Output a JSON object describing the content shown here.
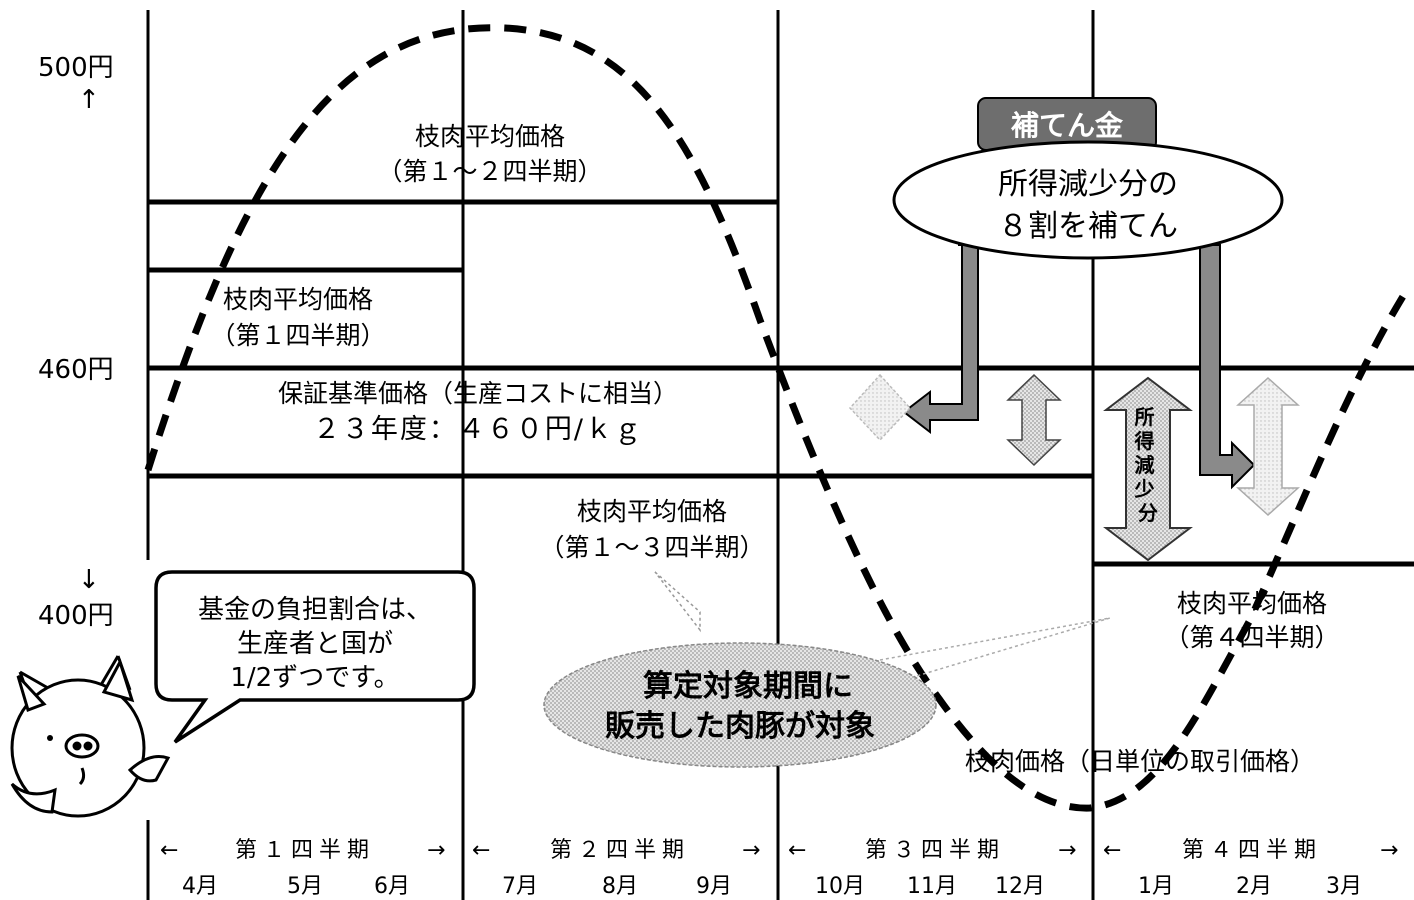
{
  "y_axis": {
    "label_500": "500円",
    "label_460": "460円",
    "label_400": "400円",
    "up_arrow": "↑",
    "down_arrow": "↓"
  },
  "labels": {
    "avg_q1_q2_line1": "枝肉平均価格",
    "avg_q1_q2_line2": "（第１～２四半期）",
    "avg_q1_line1": "枝肉平均価格",
    "avg_q1_line2": "（第１四半期）",
    "base_price_line1": "保証基準価格（生産コストに相当）",
    "base_price_line2": "２３年度：４６０円/ｋｇ",
    "avg_q1_q3_line1": "枝肉平均価格",
    "avg_q1_q3_line2": "（第１～３四半期）",
    "avg_q4_line1": "枝肉平均価格",
    "avg_q4_line2": "（第４四半期）",
    "daily_price": "枝肉価格（日単位の取引価格）"
  },
  "subsidy": {
    "tag": "補てん金",
    "line1": "所得減少分の",
    "line2": "８割を補てん",
    "income_decrease": "所得減少分"
  },
  "pig_bubble": {
    "line1": "基金の負担割合は、",
    "line2": "生産者と国が",
    "line3": "1/2ずつです。"
  },
  "target_bubble": {
    "line1": "算定対象期間に",
    "line2": "販売した肉豚が対象"
  },
  "quarters": [
    {
      "label": "第１四半期",
      "months": [
        "4月",
        "5月",
        "6月"
      ]
    },
    {
      "label": "第２四半期",
      "months": [
        "7月",
        "8月",
        "9月"
      ]
    },
    {
      "label": "第３四半期",
      "months": [
        "10月",
        "11月",
        "12月"
      ]
    },
    {
      "label": "第４四半期",
      "months": [
        "1月",
        "2月",
        "3月"
      ]
    }
  ],
  "colors": {
    "line": "#000000",
    "tag_bg": "#6e6e6e",
    "arrow_fill": "#8a8a8a",
    "arrow_light": "#c8c8c8",
    "bubble_fill": "#d9d9d9"
  }
}
